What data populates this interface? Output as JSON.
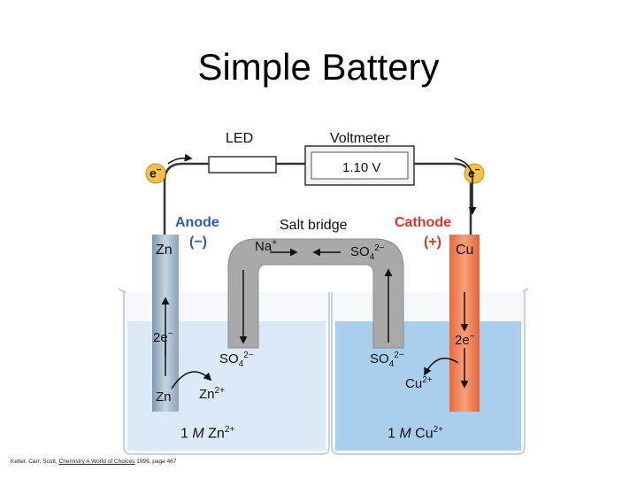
{
  "title": "Simple Battery",
  "labels": {
    "led": "LED",
    "voltmeter": "Voltmeter",
    "voltmeter_reading": "1.10 V",
    "electron": "e",
    "electron_charge": "−",
    "anode": "Anode",
    "anode_sign": "(−)",
    "cathode": "Cathode",
    "cathode_sign": "(+)",
    "salt_bridge": "Salt bridge",
    "zn": "Zn",
    "cu": "Cu",
    "na_ion": "Na",
    "na_charge": "+",
    "so4": "SO",
    "so4_sub": "4",
    "so4_charge": "2−",
    "two_e": "2e",
    "two_e_charge": "−",
    "zn_ion": "Zn",
    "zn_ion_charge": "2+",
    "cu_ion": "Cu",
    "cu_ion_charge": "2+",
    "left_solution_coef": "1",
    "left_solution_m": "M",
    "left_solution_species": "Zn",
    "left_solution_charge": "2+",
    "right_solution_coef": "1",
    "right_solution_m": "M",
    "right_solution_species": "Cu",
    "right_solution_charge": "2+"
  },
  "citation": {
    "authors": "Kelter, Carr, Scott, ",
    "book": "Chemistry A World of Choices",
    "rest": " 1999, page 467"
  },
  "colors": {
    "left_solution": "#dbe9f6",
    "right_solution": "#a9cfec",
    "zinc": "#9fb6c8",
    "copper": "#ef7b4d",
    "salt_bridge": "#a9a9a9",
    "anode_text": "#2b5fa8",
    "cathode_text": "#d9382b"
  }
}
